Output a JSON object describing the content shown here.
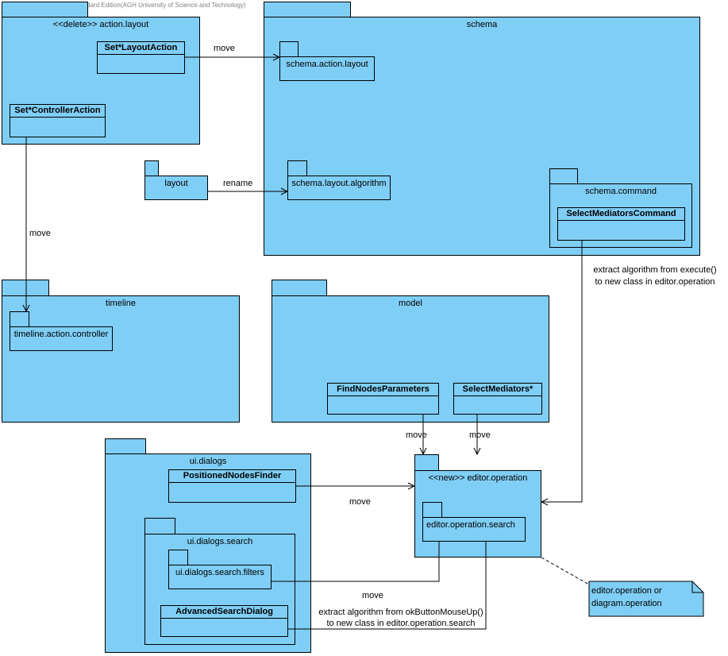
{
  "watermark": "Visual Paradigm for UML Standard Edition(AGH University of Science and Technology)",
  "packages": {
    "action_layout": "<<delete>> action.layout",
    "schema": "schema",
    "schema_action_layout": "schema.action.layout",
    "layout": "layout",
    "schema_layout_algorithm": "schema.layout.algorithm",
    "schema_command": "schema.command",
    "timeline": "timeline",
    "timeline_action_controller": "timeline.action.controller",
    "model": "model",
    "ui_dialogs": "ui.dialogs",
    "ui_dialogs_search": "ui.dialogs.search",
    "ui_dialogs_search_filters": "ui.dialogs.search.filters",
    "editor_operation": "<<new>> editor.operation",
    "editor_operation_search": "editor.operation.search"
  },
  "classes": {
    "set_layout_action": "Set*LayoutAction",
    "set_controller_action": "Set*ControllerAction",
    "select_mediators_command": "SelectMediatorsCommand",
    "find_nodes_parameters": "FindNodesParameters",
    "select_mediators": "SelectMediators*",
    "positioned_nodes_finder": "PositionedNodesFinder",
    "advanced_search_dialog": "AdvancedSearchDialog"
  },
  "edge_labels": {
    "move_1": "move",
    "rename": "rename",
    "move_2": "move",
    "extract_execute_1": "extract algorithm from execute()",
    "extract_execute_2": "to new class in editor.operation",
    "move_3": "move",
    "move_4": "move",
    "move_5": "move",
    "move_6": "move",
    "extract_ok_1": "extract algorithm from okButtonMouseUp()",
    "extract_ok_2": "to new class in editor.operation.search"
  },
  "note": {
    "line1": "editor.operation or",
    "line2": "diagram.operation"
  },
  "colors": {
    "fill": "#7fcef5",
    "stroke": "#000000",
    "background": "#ffffff"
  }
}
